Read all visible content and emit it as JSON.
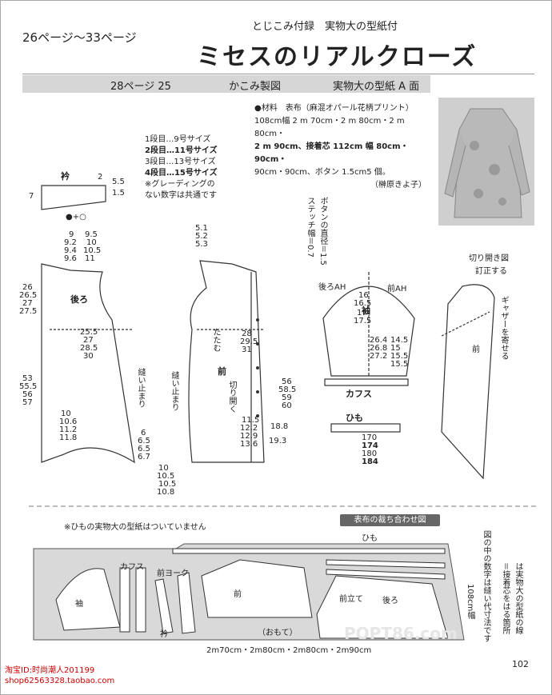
{
  "header": {
    "page_range": "26ページ～33ページ",
    "supplement": "とじこみ付録　実物大の型紙付",
    "title": "ミセスのリアルクローズ"
  },
  "subheader": {
    "page_ref": "28ページ 25",
    "section": "かこみ製図",
    "pattern": "実物大の型紙 A 面"
  },
  "materials": {
    "line1": "●材料　表布（麻混オパール花柄プリント）",
    "line2": "108cm幅 2 m 70cm・2 m 80cm・2 m 80cm・",
    "line3": "2 m 90cm、接着芯 112cm 幅 80cm・90cm・",
    "line4": "90cm・90cm、ボタン 1.5cm5 個。",
    "author": "（榊原きよ子）"
  },
  "sizes": {
    "s1": "1段目…9号サイズ",
    "s2": "2段目…11号サイズ",
    "s3": "3段目…13号サイズ",
    "s4": "4段目…15号サイズ",
    "note1": "※グレーディングの",
    "note2": "ない数字は共通です"
  },
  "pieces": {
    "collar": "衿",
    "back": "後ろ",
    "front": "前",
    "sleeve": "袖",
    "cuff": "カフス",
    "tie": "ひも",
    "slash": "切り開き図",
    "correct": "訂正する",
    "gather": "ギャザーを寄せる",
    "back_ah": "後ろAH",
    "front_ah": "前AH",
    "fold": "たたむ",
    "cut": "切り開く",
    "sewstop1": "縫い止まり",
    "sewstop2": "縫い止まり",
    "button_note": "ボタンの直径＝1.5",
    "stitch_note": "ステッチ幅＝0.7"
  },
  "numbers": {
    "c1": "2",
    "c2": "5.5",
    "c3": "1.5",
    "c4": "7",
    "c5": "●+○",
    "b1": "9",
    "b2": "9.2",
    "b3": "9.4",
    "b4": "9.6",
    "b5": "9.5",
    "b6": "10",
    "b7": "10.5",
    "b8": "11",
    "b9": "26",
    "b10": "26.5",
    "b11": "27",
    "b12": "27.5",
    "b13": "25.5",
    "b14": "27",
    "b15": "28.5",
    "b16": "30",
    "b17": "53",
    "b18": "55.5",
    "b19": "56",
    "b20": "57",
    "b21": "10",
    "b22": "10.6",
    "b23": "11.2",
    "b24": "11.8",
    "b25": "6",
    "b26": "6.5",
    "b27": "6.5",
    "b28": "6.7",
    "f1": "5.1",
    "f2": "5.2",
    "f3": "5.3",
    "f4": "28",
    "f5": "29.5",
    "f6": "31",
    "f7": "56",
    "f8": "58.5",
    "f9": "59",
    "f10": "60",
    "f11": "11.5",
    "f12": "12.2",
    "f13": "12.9",
    "f14": "13.6",
    "f15": "18.8",
    "f16": "19.3",
    "f17": "10",
    "f18": "10.5",
    "f19": "10.5",
    "f20": "10.8",
    "s1": "16",
    "s2": "16.5",
    "s3": "17",
    "s4": "17.5",
    "s5": "26.4",
    "s6": "26.8",
    "s7": "27.2",
    "s8": "14.5",
    "s9": "15",
    "s10": "15.5",
    "s11": "15.5",
    "t1": "170",
    "t2": "174",
    "t3": "180",
    "t4": "184",
    "l1": "2m70cm・2m80cm・2m80cm・2m90cm",
    "l2": "108cm幅"
  },
  "layout": {
    "label": "表布の裁ち合わせ図",
    "note": "※ひもの実物大の型紙はついていません",
    "front_yoke": "前ヨーク",
    "front_stand": "前立て",
    "collar": "衿",
    "surface": "（おもて）",
    "legend1": "は実物大の型紙の線",
    "legend2": "＝接着芯をはる箇所",
    "legend3": "図の中の数字は縫い代寸法です"
  },
  "footer": {
    "page": "102",
    "shop1": "淘宝ID:时尚潮人201199",
    "shop2": "shop62563328.taobao.com",
    "watermark": "POPT86.com"
  }
}
